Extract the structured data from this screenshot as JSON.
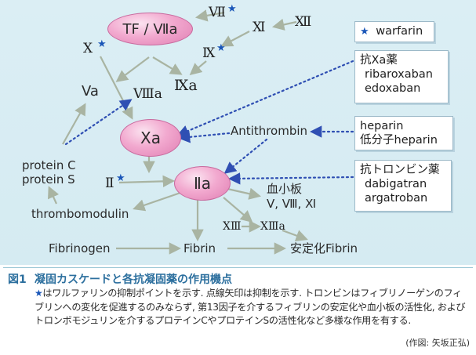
{
  "diagram": {
    "factors": {
      "tf_viia": "TF / Ⅶa",
      "vii": "Ⅶ",
      "x": "Ⅹ",
      "xi": "Ⅺ",
      "xii": "Ⅻ",
      "ix": "Ⅸ",
      "ixa": "Ⅸa",
      "va": "Va",
      "viiia": "Ⅷa",
      "xa": "Xa",
      "ii": "Ⅱ",
      "iia": "Ⅱa",
      "xiii": "ⅩⅢ",
      "xiiia": "ⅩⅢa"
    },
    "labels": {
      "protein_c": "protein C",
      "protein_s": "protein S",
      "thrombomodulin": "thrombomodulin",
      "antithrombin": "Antithrombin",
      "platelet_title": "血小板",
      "platelet_factors": "V, Ⅷ, Ⅺ",
      "fibrinogen": "Fibrinogen",
      "fibrin": "Fibrin",
      "stabilized_fibrin": "安定化Fibrin"
    },
    "drug_boxes": {
      "warfarin": {
        "star": "★",
        "name": "warfarin"
      },
      "anti_xa": {
        "title": "抗Xa薬",
        "drugs": [
          "ribaroxaban",
          "edoxaban"
        ]
      },
      "heparin": {
        "drugs": [
          "heparin",
          "低分子heparin"
        ]
      },
      "anti_thrombin": {
        "title": "抗トロンビン薬",
        "drugs": [
          "dabigatran",
          "argatroban"
        ]
      }
    },
    "star_symbol": "★",
    "colors": {
      "background": "#d8ecf3",
      "oval": "#e98fc0",
      "arrow_solid": "#a9b4a2",
      "arrow_dotted": "#2f4fb3",
      "star": "#1a56b8",
      "caption_title": "#2c6f9e"
    }
  },
  "caption": {
    "figure_number": "図1",
    "title": "凝固カスケードと各抗凝固薬の作用機点",
    "body": "はワルファリンの抑制ポイントを示す. 点線矢印は抑制を示す. トロンビンはフィブリノーゲンのフィブリンへの変化を促進するのみならず, 第13因子を介するフィブリンの安定化や血小板の活性化, およびトロンボモジュリンを介するプロテインCやプロテインSの活性化など多様な作用を有する.",
    "credit": "(作図: 矢坂正弘)"
  }
}
